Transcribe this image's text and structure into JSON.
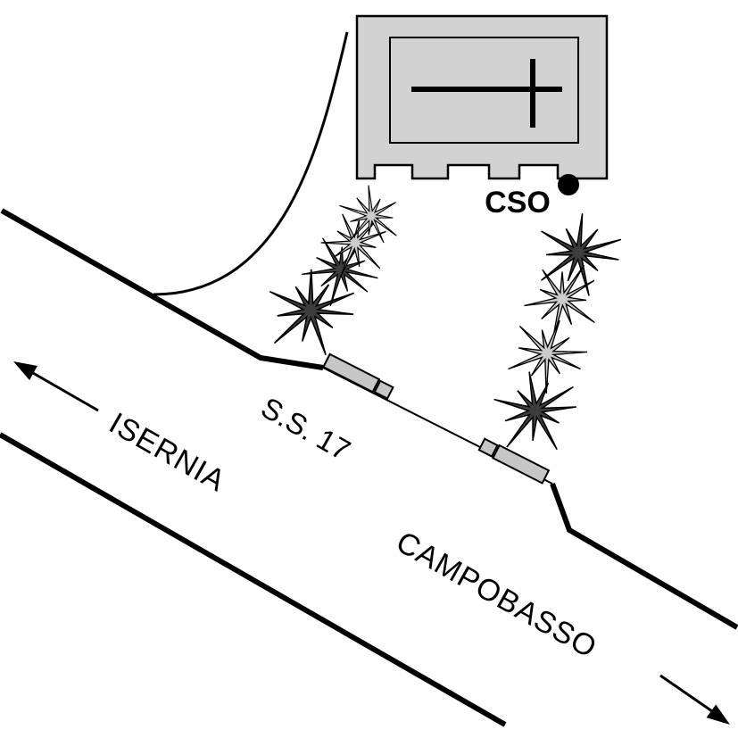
{
  "map": {
    "labels": {
      "destination_left": "ISERNIA",
      "destination_right": "CAMPOBASSO",
      "road": "S.S. 17",
      "site": "CSO"
    },
    "colors": {
      "line": "#000000",
      "background": "#ffffff",
      "building_fill": "#d2d2d2",
      "gate_fill": "#c6c6c6",
      "plant_dark": "#3d3d3d",
      "plant_light": "#cccccc",
      "marker": "#000000"
    },
    "icons": {
      "building": "church-plan-icon",
      "cross": "cross-icon",
      "marker": "site-dot-icon",
      "vegetation": "plant-star-icon",
      "arrow_left": "direction-arrow-up-left",
      "arrow_right": "direction-arrow-down-right"
    }
  }
}
